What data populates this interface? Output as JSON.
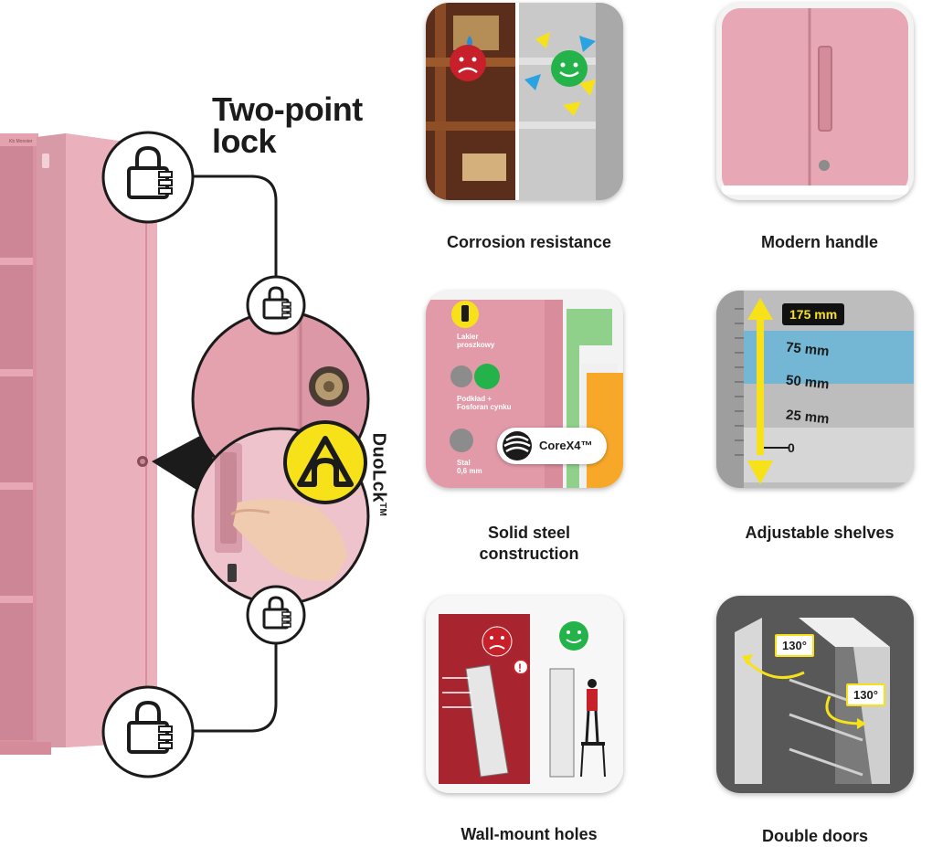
{
  "lock": {
    "title_line1": "Two-point",
    "title_line2": "lock",
    "brand": "DuoLck",
    "trademark": "TM",
    "icons": [
      "padlock-icon",
      "duolck-logo-icon"
    ]
  },
  "features": [
    {
      "caption": [
        "Corrosion resistance"
      ],
      "icons": [
        "water-drop-icon",
        "sad-face-icon",
        "happy-face-icon",
        "recycle-arrows-icon"
      ]
    },
    {
      "caption": [
        "Modern handle"
      ]
    },
    {
      "caption": [
        "Solid steel",
        "construction"
      ]
    },
    {
      "caption": [
        "Adjustable shelves"
      ]
    },
    {
      "caption": [
        "Wall-mount holes"
      ],
      "icons": [
        "sad-face-icon",
        "warning-icon",
        "happy-face-icon"
      ]
    },
    {
      "caption": [
        "Double doors"
      ]
    }
  ],
  "steel": {
    "layer1": [
      "Lakier",
      "proszkowy"
    ],
    "layer2": [
      "Podkład +",
      "Fosforan cynku"
    ],
    "layer3": [
      "Stal",
      "0,6 mm"
    ],
    "badge": "CoreX4™"
  },
  "shelves": {
    "top": "175 mm",
    "m75": "75 mm",
    "m50": "50 mm",
    "m25": "25 mm",
    "zero": "0"
  },
  "doors": {
    "angle_left": "130°",
    "angle_right": "130°"
  },
  "colors": {
    "cabinet_pink": "#e7a7b4",
    "cabinet_pink_dark": "#d48c9b",
    "accent_yellow": "#f7e21a",
    "sad_red": "#c8202b",
    "happy_green": "#24b24a",
    "text_dark": "#1b1b1b"
  }
}
